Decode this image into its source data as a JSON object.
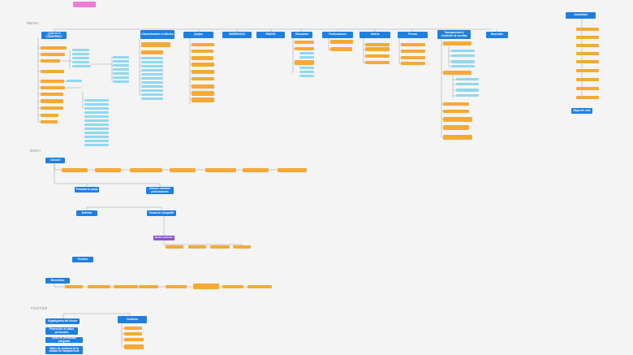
{
  "sections": {
    "menu": "MENU",
    "body": "BODY",
    "footer": "FOOTER"
  },
  "colors": {
    "primary": "#1f7fe0",
    "secondary": "#f6a935",
    "tertiary": "#8fd8f2",
    "highlight": "#8c52d9",
    "note": "#f07ad8",
    "background": "#f4f4f4",
    "connector": "#9a9a9a"
  },
  "nodes": {
    "note": "",
    "menu_que_es": "¿Qué es el CONAPRED?",
    "menu_discriminacion": "Discriminación en México",
    "menu_quejas": "Quejas",
    "menu_observado": "OBSERVADO",
    "menu_enadis": "ENADIS",
    "menu_educacion": "Educación",
    "menu_publicaciones": "Publicaciones",
    "menu_galeria": "Galería",
    "menu_prensa": "Prensa",
    "menu_transparencia": "Transparencia y rendición de cuentas",
    "menu_buscador": "Buscador",
    "menu_actualidad": "Actualidad",
    "menu_mapa": "Mapa del sitio",
    "body_carrusel": "Carrusel",
    "body_presenta": "Presenta tu queja",
    "body_conoce": "Conoce nuestras publicaciones",
    "body_noticias": "Noticias",
    "body_fondo": "Fondo de Compartir",
    "body_redes": "Redes Sociales",
    "body_eventos": "Eventos",
    "body_micrositios": "Micrositios",
    "footer_organigrama": "Organigrama del Sector",
    "footer_protecc": "Protección de datos personales",
    "footer_aviso": "Aviso de privacidad integrado",
    "footer_datos": "Datos de contacto de la unidad de transparencia",
    "footer_contacto": "Contacto"
  }
}
